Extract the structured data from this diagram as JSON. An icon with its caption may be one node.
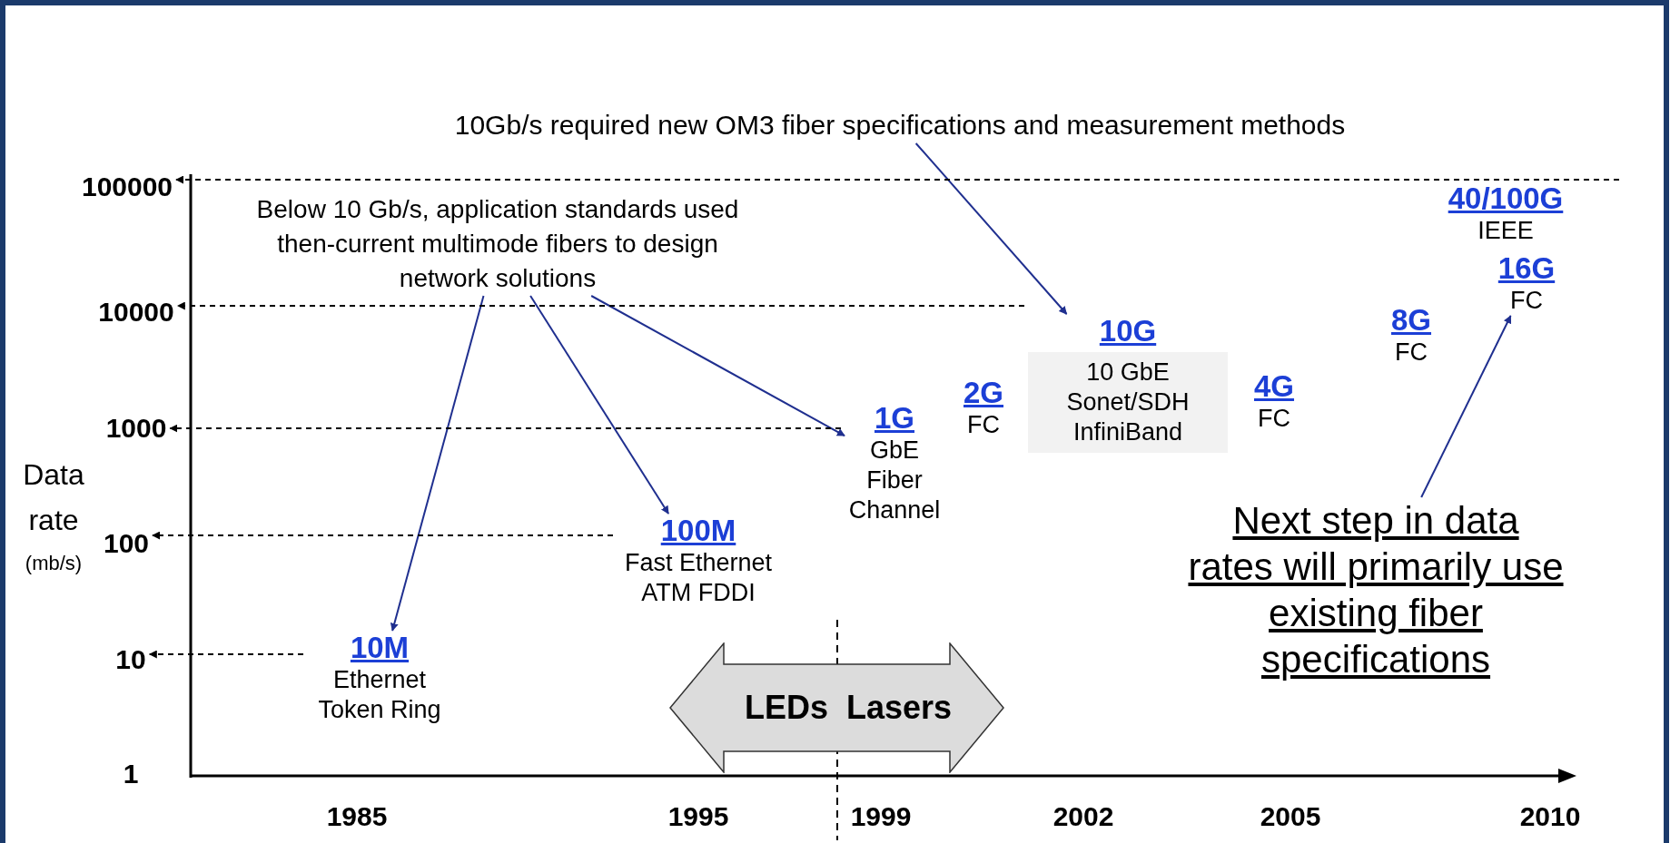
{
  "diagram": {
    "nodes": [
      {
        "text": [
          "10Gb/s required new OM3 fiber specifications and measurement methods"
        ]
      },
      {
        "text": [
          "Below 10 Gb/s, application standards used then-current multimode fibers to design network solutions"
        ]
      },
      {
        "text": [
          "10M",
          "Ethernet Token Ring"
        ]
      },
      {
        "text": [
          "100M",
          "Fast Ethernet ATM FDDI"
        ]
      },
      {
        "text": [
          "1G",
          "GbE Fiber Channel"
        ]
      },
      {
        "text": [
          "2G",
          "FC"
        ]
      },
      {
        "text": [
          "10G",
          "10 GbE Sonet/SDH InfiniBand"
        ]
      },
      {
        "text": [
          "4G",
          "FC"
        ]
      },
      {
        "text": [
          "8G",
          "FC"
        ]
      },
      {
        "text": [
          "40/100G",
          "IEEE"
        ]
      },
      {
        "text": [
          "16G",
          "FC"
        ]
      },
      {
        "text": [
          "Next step in data rates will primarily use existing fiber specifications"
        ]
      },
      {
        "text": [
          "LEDs",
          "Lasers"
        ]
      },
      {
        "text": [
          "100000"
        ]
      },
      {
        "text": [
          "10000"
        ]
      },
      {
        "text": [
          "1000"
        ]
      },
      {
        "text": [
          "100"
        ]
      },
      {
        "text": [
          "10"
        ]
      }
    ],
    "edges": [
      {
        "from": 0,
        "to": 6,
        "arrow": "to",
        "color": "#1f2f8f"
      },
      {
        "from": 1,
        "to": 2,
        "arrow": "to",
        "color": "#1f2f8f"
      },
      {
        "from": 1,
        "to": 3,
        "arrow": "to",
        "color": "#1f2f8f"
      },
      {
        "from": 1,
        "to": 4,
        "arrow": "to",
        "color": "#1f2f8f"
      },
      {
        "from": 11,
        "to": 10,
        "arrow": "to",
        "color": "#1f2f8f"
      },
      {
        "from": 2,
        "to": 17,
        "arrow": "to",
        "style": "dashed",
        "color": "#000000"
      },
      {
        "from": 3,
        "to": 16,
        "arrow": "to",
        "style": "dashed",
        "color": "#000000"
      },
      {
        "from": 4,
        "to": 15,
        "arrow": "to",
        "style": "dashed",
        "color": "#000000"
      },
      {
        "from": 6,
        "to": 14,
        "arrow": "to",
        "style": "dashed",
        "color": "#000000"
      },
      {
        "from": 9,
        "to": 13,
        "arrow": "to",
        "style": "dashed",
        "color": "#000000"
      }
    ],
    "labels": [
      "Data rate",
      "(mb/s)",
      "1",
      "1985",
      "1995",
      "1999",
      "2002",
      "2005",
      "2010"
    ]
  }
}
